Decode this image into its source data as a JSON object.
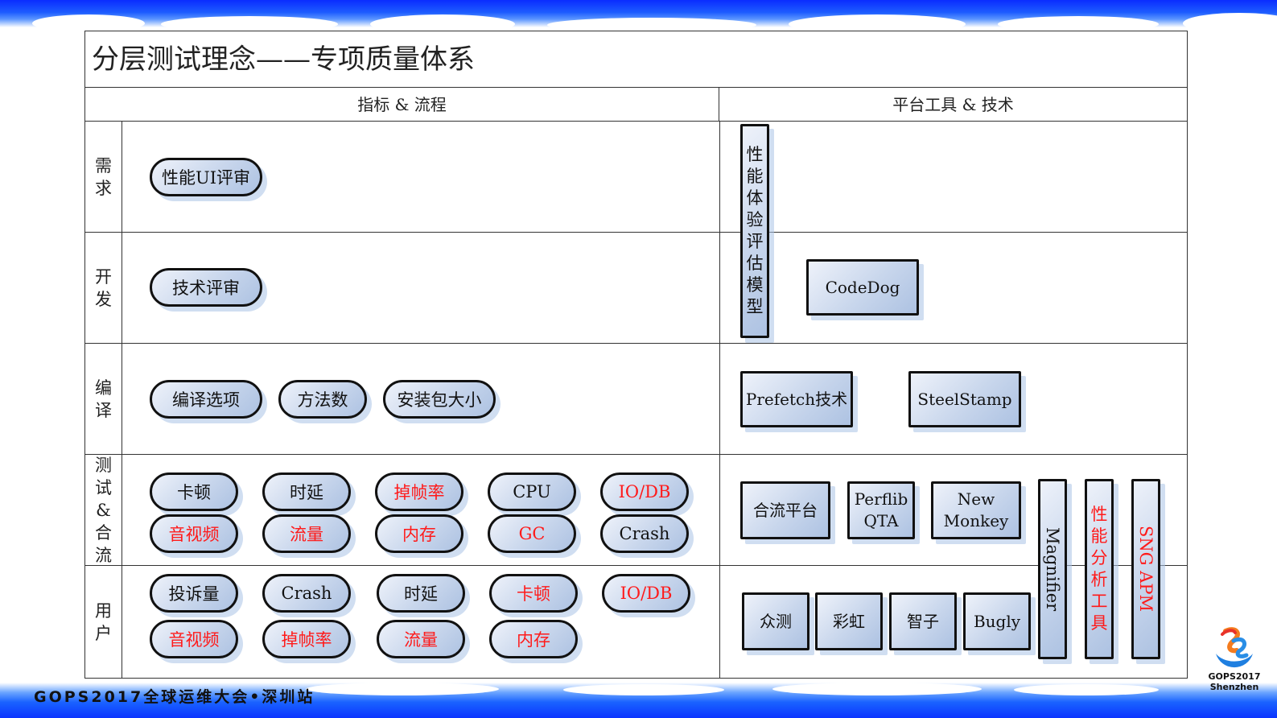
{
  "title": "分层测试理念——专项质量体系",
  "columns": {
    "left": "指标 & 流程",
    "right": "平台工具 & 技术"
  },
  "stages": [
    {
      "label": "需求"
    },
    {
      "label": "开发"
    },
    {
      "label": "编译"
    },
    {
      "label": "测试&合流"
    },
    {
      "label": "用户"
    }
  ],
  "metrics": {
    "requirement": [
      {
        "label": "性能UI评审",
        "highlight": false
      }
    ],
    "development": [
      {
        "label": "技术评审",
        "highlight": false
      }
    ],
    "compile": [
      {
        "label": "编译选项",
        "highlight": false
      },
      {
        "label": "方法数",
        "highlight": false
      },
      {
        "label": "安装包大小",
        "highlight": false
      }
    ],
    "testing": [
      {
        "label": "卡顿",
        "highlight": false
      },
      {
        "label": "时延",
        "highlight": false
      },
      {
        "label": "掉帧率",
        "highlight": true
      },
      {
        "label": "CPU",
        "highlight": false
      },
      {
        "label": "IO/DB",
        "highlight": true
      },
      {
        "label": "音视频",
        "highlight": true
      },
      {
        "label": "流量",
        "highlight": true
      },
      {
        "label": "内存",
        "highlight": true
      },
      {
        "label": "GC",
        "highlight": true
      },
      {
        "label": "Crash",
        "highlight": false
      }
    ],
    "user": [
      {
        "label": "投诉量",
        "highlight": false
      },
      {
        "label": "Crash",
        "highlight": false
      },
      {
        "label": "时延",
        "highlight": false
      },
      {
        "label": "卡顿",
        "highlight": true
      },
      {
        "label": "IO/DB",
        "highlight": true
      },
      {
        "label": "音视频",
        "highlight": true
      },
      {
        "label": "掉帧率",
        "highlight": true
      },
      {
        "label": "流量",
        "highlight": true
      },
      {
        "label": "内存",
        "highlight": true
      }
    ]
  },
  "tools": {
    "perf_model": "性能体验评估模型",
    "codedog": "CodeDog",
    "prefetch": "Prefetch技术",
    "steelstamp": "SteelStamp",
    "merge_platform": "合流平台",
    "perflib_line1": "Perflib",
    "perflib_line2": "QTA",
    "newmonkey_line1": "New",
    "newmonkey_line2": "Monkey",
    "crowd_test": "众测",
    "rainbow": "彩虹",
    "zhizi": "智子",
    "bugly": "Bugly",
    "magnifier": "Magnifier",
    "perf_analysis": "性能分析工具",
    "sng_apm": "SNG APM"
  },
  "colors": {
    "highlight": "#ff1a1a",
    "banner_blue": "#1d5cff",
    "shape_fill_light": "#eef2fa",
    "shape_fill_dark": "#adc2e2"
  },
  "footer": {
    "event": "GOPS2017全球运维大会•深圳站",
    "logo_line1": "GOPS2017",
    "logo_line2": "Shenzhen"
  }
}
